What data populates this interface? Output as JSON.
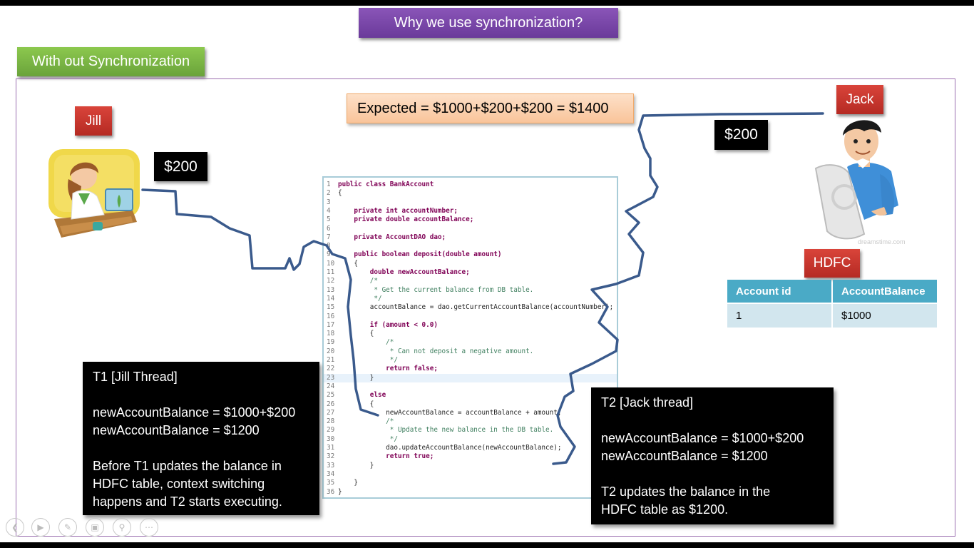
{
  "title": "Why we use synchronization?",
  "section_label": "With out Synchronization",
  "expected": "Expected = $1000+$200+$200 = $1400",
  "jill": {
    "name": "Jill",
    "amount": "$200"
  },
  "jack": {
    "name": "Jack",
    "amount": "$200",
    "watermark": "dreamstime.com"
  },
  "bank": {
    "name": "HDFC",
    "headers": [
      "Account id",
      "AccountBalance"
    ],
    "rows": [
      [
        "1",
        "$1000"
      ]
    ]
  },
  "code": [
    {
      "n": "1",
      "t": "public class BankAccount"
    },
    {
      "n": "2",
      "t": "{"
    },
    {
      "n": "3",
      "t": ""
    },
    {
      "n": "4",
      "t": "    private int accountNumber;"
    },
    {
      "n": "5",
      "t": "    private double accountBalance;"
    },
    {
      "n": "6",
      "t": ""
    },
    {
      "n": "7",
      "t": "    private AccountDAO dao;"
    },
    {
      "n": "8",
      "t": ""
    },
    {
      "n": "9",
      "t": "    public boolean deposit(double amount)"
    },
    {
      "n": "10",
      "t": "    {"
    },
    {
      "n": "11",
      "t": "        double newAccountBalance;"
    },
    {
      "n": "12",
      "t": "        /*"
    },
    {
      "n": "13",
      "t": "         * Get the current balance from DB table."
    },
    {
      "n": "14",
      "t": "         */"
    },
    {
      "n": "15",
      "t": "        accountBalance = dao.getCurrentAccountBalance(accountNumber);"
    },
    {
      "n": "16",
      "t": ""
    },
    {
      "n": "17",
      "t": "        if (amount < 0.0)"
    },
    {
      "n": "18",
      "t": "        {"
    },
    {
      "n": "19",
      "t": "            /*"
    },
    {
      "n": "20",
      "t": "             * Can not deposit a negative amount."
    },
    {
      "n": "21",
      "t": "             */"
    },
    {
      "n": "22",
      "t": "            return false;"
    },
    {
      "n": "23",
      "t": "        }"
    },
    {
      "n": "24",
      "t": ""
    },
    {
      "n": "25",
      "t": "        else"
    },
    {
      "n": "26",
      "t": "        {"
    },
    {
      "n": "27",
      "t": "            newAccountBalance = accountBalance + amount;"
    },
    {
      "n": "28",
      "t": "            /*"
    },
    {
      "n": "29",
      "t": "             * Update the new balance in the DB table."
    },
    {
      "n": "30",
      "t": "             */"
    },
    {
      "n": "31",
      "t": "            dao.updateAccountBalance(newAccountBalance);"
    },
    {
      "n": "32",
      "t": "            return true;"
    },
    {
      "n": "33",
      "t": "        }"
    },
    {
      "n": "34",
      "t": ""
    },
    {
      "n": "35",
      "t": "    }"
    },
    {
      "n": "36",
      "t": "}"
    }
  ],
  "t1": {
    "lines": [
      "T1 [Jill Thread]",
      "",
      "newAccountBalance = $1000+$200",
      "newAccountBalance = $1200",
      "",
      "Before T1 updates the balance in",
      "HDFC table, context switching",
      "happens and T2 starts executing."
    ]
  },
  "t2": {
    "lines": [
      "T2 [Jack thread]",
      "",
      "newAccountBalance = $1000+$200",
      "newAccountBalance = $1200",
      "",
      "T2 updates the balance in the",
      "HDFC table as $1200."
    ]
  },
  "colors": {
    "title_bg": "#7b4aab",
    "section_bg": "#7cb342",
    "tag_red": "#c0332b",
    "expected_bg": "#fbd3b1",
    "table_header": "#4aaac6",
    "table_cell": "#d2e6ee",
    "wire": "#3a5a8c"
  },
  "icons": {
    "nav": [
      "chevron-left-icon",
      "play-icon",
      "pen-icon",
      "slides-icon",
      "zoom-icon",
      "more-icon"
    ]
  }
}
